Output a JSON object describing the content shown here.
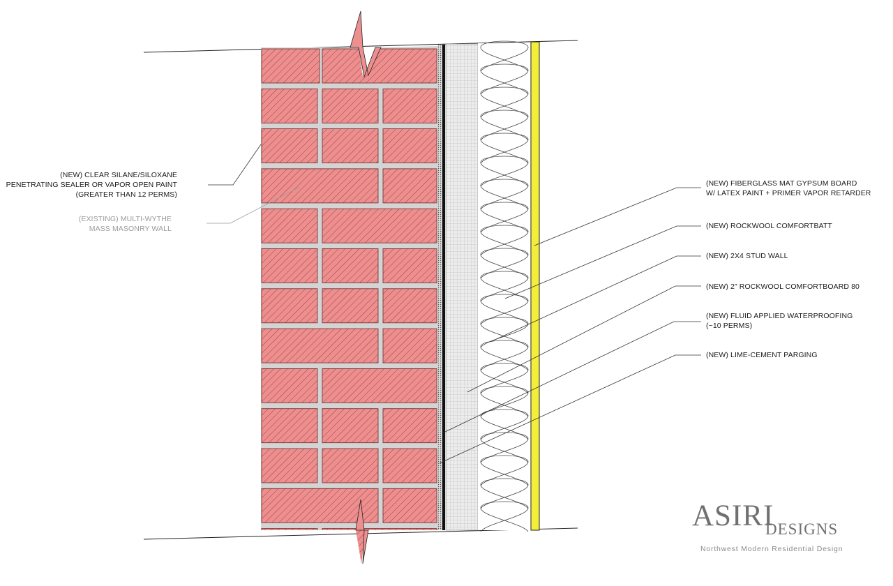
{
  "annotations": {
    "left": [
      {
        "id": "sealer",
        "lines": [
          "(NEW) CLEAR SILANE/SILOXANE",
          "PENETRATING SEALER OR VAPOR OPEN PAINT",
          "(GREATER THAN 12 PERMS)"
        ],
        "color": "#1a1a1a"
      },
      {
        "id": "masonry",
        "lines": [
          "(EXISTING) MULTI-WYTHE",
          "MASS MASONRY WALL"
        ],
        "color": "#9a9a9a"
      }
    ],
    "right": [
      {
        "id": "gypsum",
        "lines": [
          "(NEW) FIBERGLASS MAT GYPSUM BOARD",
          "W/ LATEX PAINT + PRIMER VAPOR RETARDER"
        ]
      },
      {
        "id": "comfortbatt",
        "lines": [
          "(NEW) ROCKWOOL COMFORTBATT"
        ]
      },
      {
        "id": "stud",
        "lines": [
          "(NEW) 2X4 STUD WALL"
        ]
      },
      {
        "id": "comfortboard",
        "lines": [
          "(NEW) 2\" ROCKWOOL COMFORTBOARD 80"
        ]
      },
      {
        "id": "waterproofing",
        "lines": [
          "(NEW) FLUID APPLIED WATERPROOFING",
          "(~10 PERMS)"
        ]
      },
      {
        "id": "parging",
        "lines": [
          "(NEW) LIME-CEMENT PARGING"
        ]
      }
    ]
  },
  "logo": {
    "name_main": "ASIRI",
    "name_sub": "DESIGNS",
    "tagline": "Northwest Modern Residential Design"
  },
  "colors": {
    "brick": "#ee8f8f",
    "brick_hatch": "#a23b3b",
    "mortar": "#d4d4d4",
    "gypsum": "#f3ee3a",
    "leader": "#333333",
    "text": "#1a1a1a",
    "existing_text": "#9a9a9a"
  }
}
